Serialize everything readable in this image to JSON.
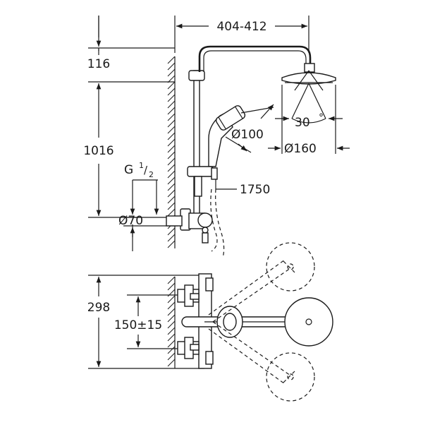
{
  "dimensions": {
    "width_arm": "404-412",
    "height_arm": "116",
    "height_total": "1016",
    "thread_prefix": "G",
    "thread_num": "1",
    "thread_den": "2",
    "diameter_outlet": "Ø70",
    "diameter_hand": "Ø100",
    "diameter_head": "Ø160",
    "angle_head": "30",
    "angle_unit": "°",
    "hose_length": "1750",
    "depth_total": "298",
    "centres": "150±15"
  }
}
